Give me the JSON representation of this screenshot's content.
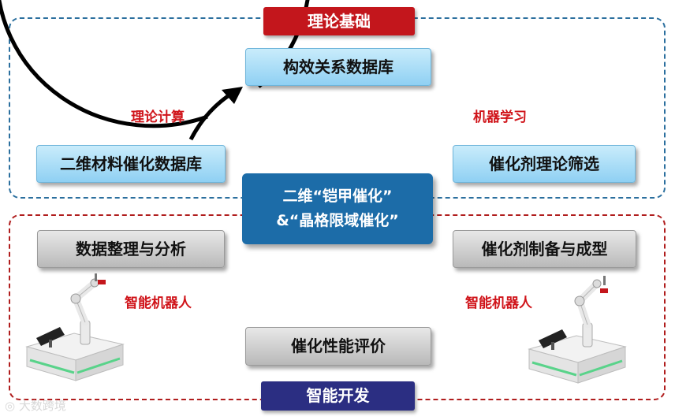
{
  "regions": {
    "theory_tag": "理论基础",
    "dev_tag": "智能开发"
  },
  "nodes": {
    "database": "构效关系数据库",
    "materials_2d": "二维材料催化数据库",
    "catalyst_screening": "催化剂理论筛选",
    "data_analysis": "数据整理与分析",
    "catalyst_preparation": "催化剂制备与成型",
    "performance_eval": "催化性能评价"
  },
  "center": {
    "line1": "二维“铠甲催化”",
    "line2": "&“晶格限域催化”"
  },
  "labels": {
    "theory_calc": "理论计算",
    "machine_learning": "机器学习",
    "robot_left": "智能机器人",
    "robot_right": "智能机器人"
  },
  "watermark": {
    "text": "大数跨境"
  },
  "colors": {
    "theory_tag": "#c3161c",
    "dev_tag": "#2b2e82",
    "center_box": "#1c6ca8",
    "top_border": "#2b6f9e",
    "bottom_border": "#b01d1d",
    "label_red": "#d0141a"
  },
  "icons": {
    "robot": "robot-arm-icon",
    "cycle": "cycle-arrow-icon"
  }
}
